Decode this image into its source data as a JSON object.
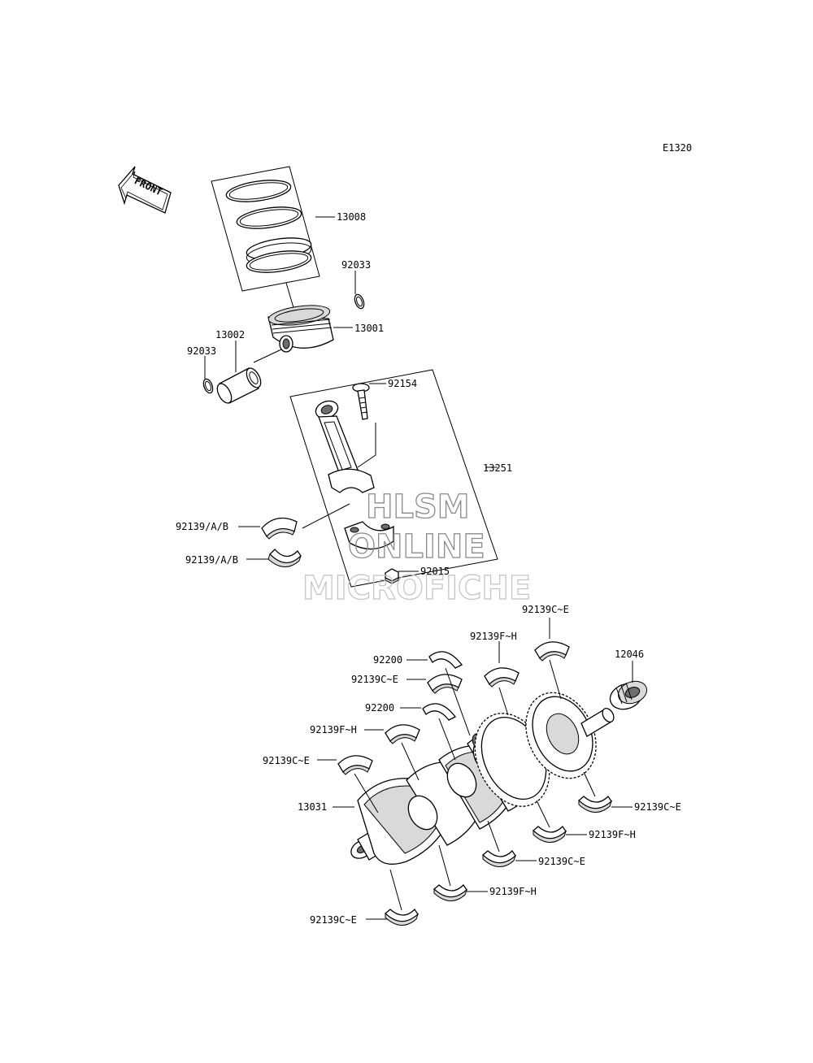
{
  "diagram_code": "E1320",
  "front_arrow_label": "FRONT",
  "watermark": {
    "line1": "HLSM",
    "line2": "ONLINE",
    "line3": "MICROFICHE"
  },
  "part_labels": {
    "piston_ring_set": "13008",
    "snap_ring_upper": "92033",
    "piston": "13001",
    "piston_pin": "13002",
    "snap_ring_lower": "92033",
    "conrod_bolt": "92154",
    "connecting_rod": "13251",
    "conrod_bearing_upper": "92139/A/B",
    "conrod_bearing_lower": "92139/A/B",
    "conrod_nut": "92015",
    "main_bearing_c_e_top": "92139C~E",
    "needle_bearing": "12046",
    "main_bearing_f_h_top": "92139F~H",
    "thrust_washer_1": "92200",
    "main_bearing_c_e_2": "92139C~E",
    "thrust_washer_2": "92200",
    "main_bearing_f_h_2": "92139F~H",
    "main_bearing_c_e_3": "92139C~E",
    "crankshaft": "13031",
    "lower_bearing_c_e_right": "92139C~E",
    "lower_bearing_f_h_right": "92139F~H",
    "lower_bearing_c_e_mid": "92139C~E",
    "lower_bearing_f_h_mid": "92139F~H",
    "lower_bearing_c_e_left": "92139C~E"
  },
  "icons": {
    "front_arrow": "front-arrow-icon"
  }
}
